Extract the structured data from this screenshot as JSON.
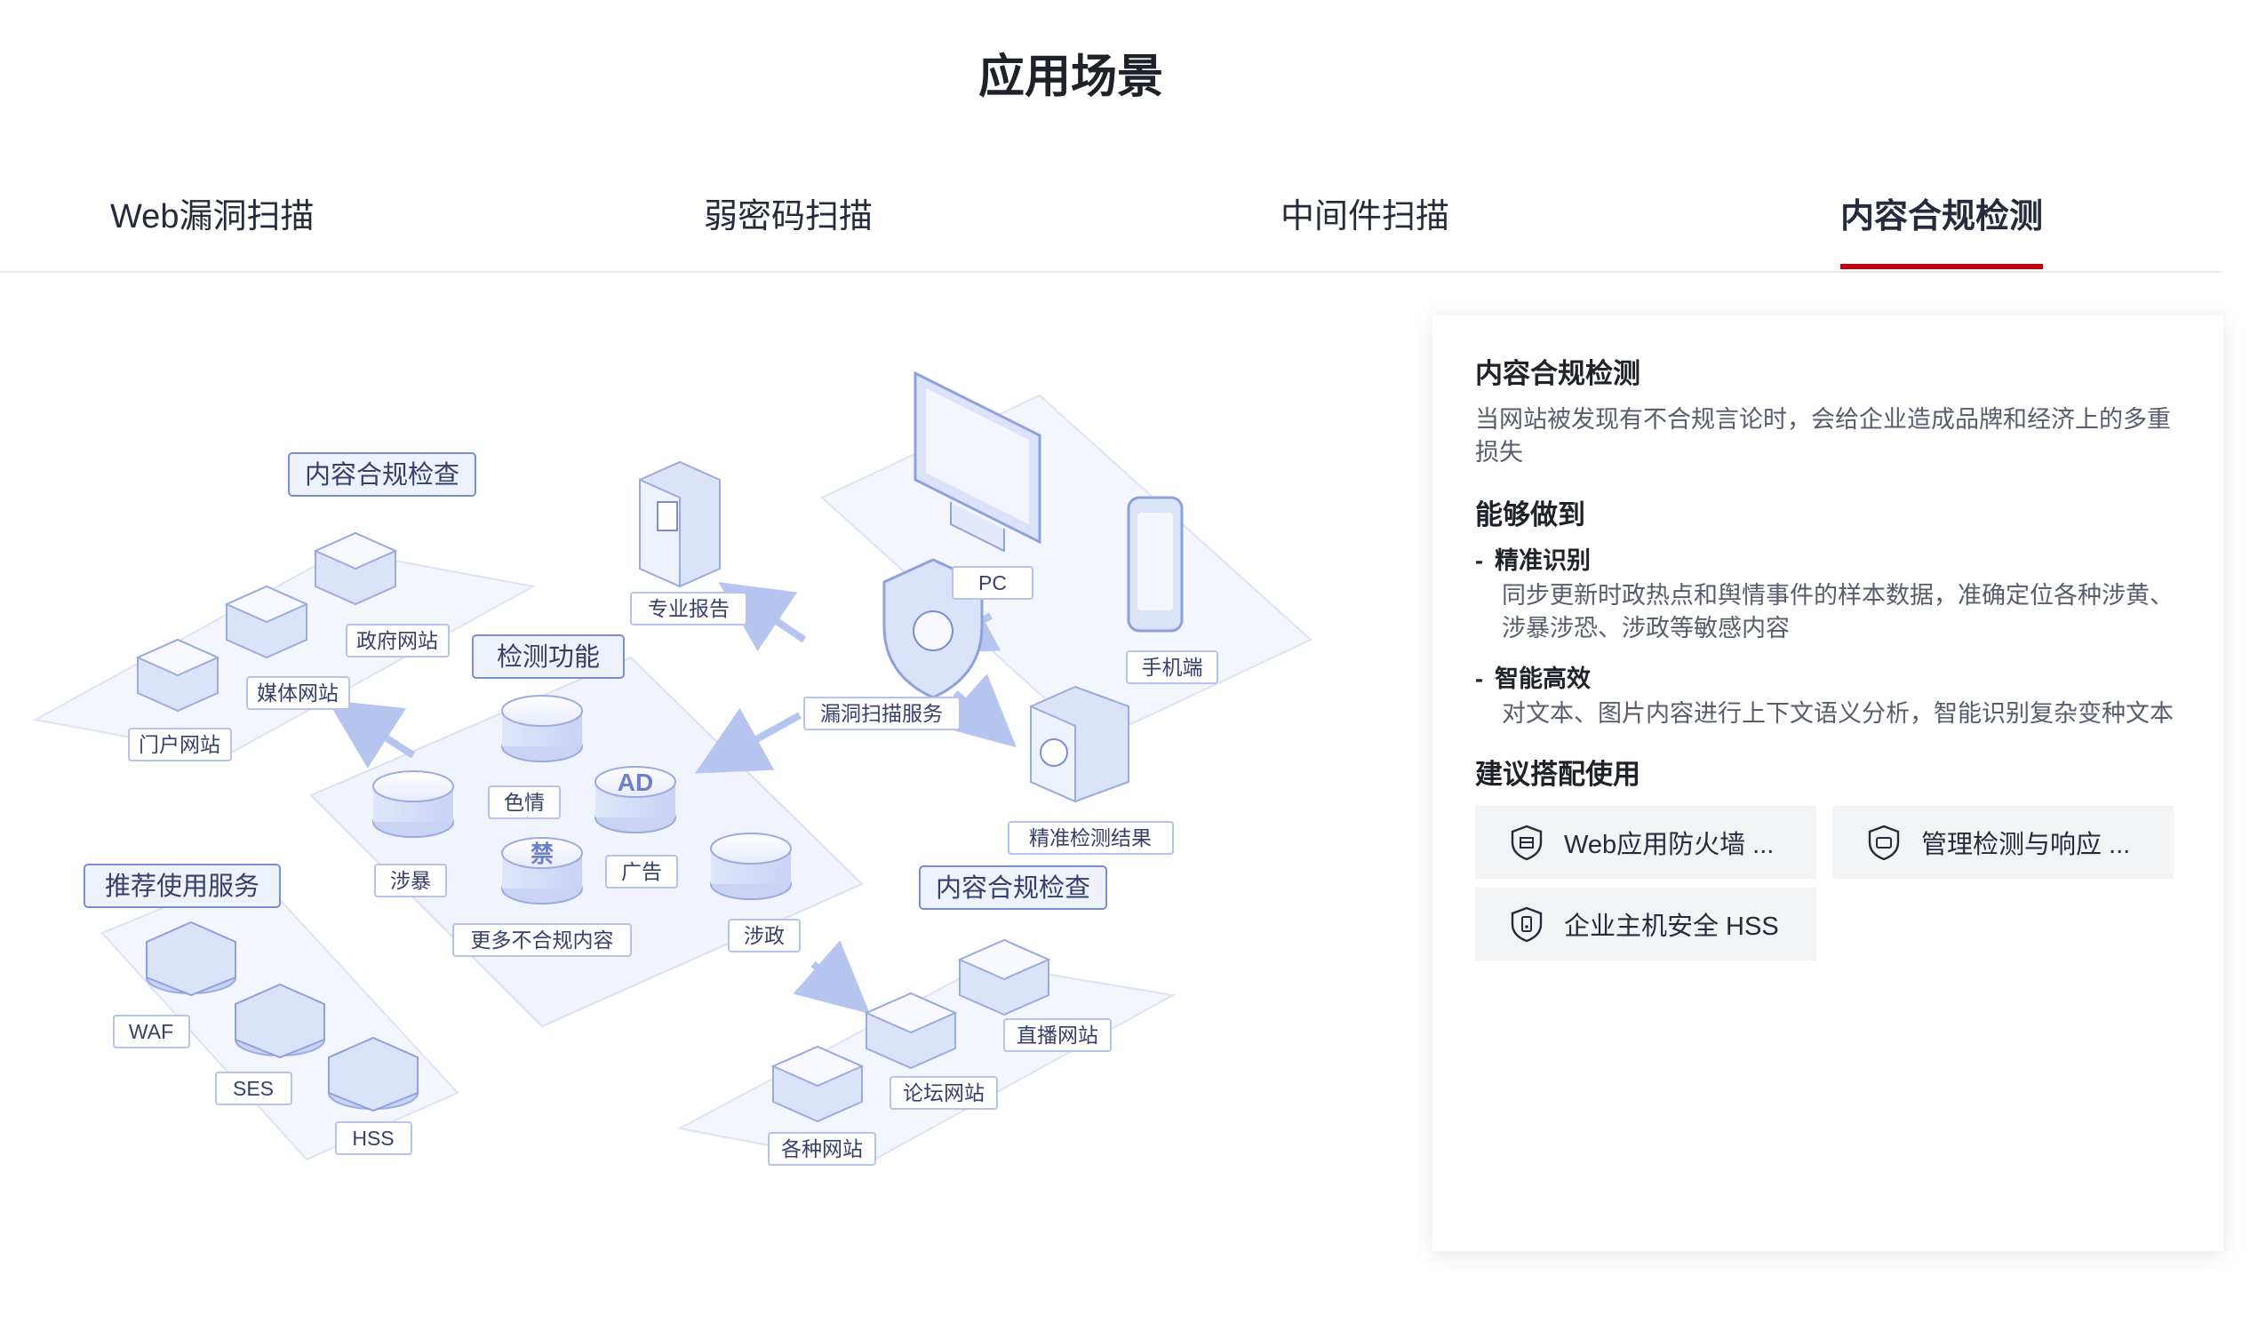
{
  "page_title": "应用场景",
  "tabs": [
    {
      "label": "Web漏洞扫描",
      "active": false
    },
    {
      "label": "弱密码扫描",
      "active": false
    },
    {
      "label": "中间件扫描",
      "active": false
    },
    {
      "label": "内容合规检测",
      "active": true
    }
  ],
  "diagram": {
    "group_left_top": "内容合规检查",
    "government": "政府网站",
    "media": "媒体网站",
    "portal": "门户网站",
    "detect_group": "检测功能",
    "porn": "色情",
    "violence": "涉暴",
    "ad": "广告",
    "more": "更多不合规内容",
    "politics": "涉政",
    "report": "专业报告",
    "scan_service": "漏洞扫描服务",
    "pc": "PC",
    "mobile": "手机端",
    "result": "精准检测结果",
    "recommend_group": "推荐使用服务",
    "waf": "WAF",
    "ses": "SES",
    "hss": "HSS",
    "group_right_bottom": "内容合规检查",
    "live": "直播网站",
    "forum": "论坛网站",
    "various": "各种网站",
    "ad_glyph": "AD",
    "forbid_glyph": "禁"
  },
  "card": {
    "title": "内容合规检测",
    "desc": "当网站被发现有不合规言论时，会给企业造成品牌和经济上的多重损失",
    "capabilities_title": "能够做到",
    "features": [
      {
        "dash": "-",
        "title": "精准识别",
        "desc": "同步更新时政热点和舆情事件的样本数据，准确定位各种涉黄、涉暴涉恐、涉政等敏感内容"
      },
      {
        "dash": "-",
        "title": "智能高效",
        "desc": "对文本、图片内容进行上下文语义分析，智能识别复杂变种文本"
      }
    ],
    "recommend_title": "建议搭配使用",
    "services": [
      {
        "label": "Web应用防火墙 ...",
        "icon": "shield-firewall-icon"
      },
      {
        "label": "管理检测与响应 ...",
        "icon": "shield-detection-icon"
      },
      {
        "label": "企业主机安全 HSS",
        "icon": "shield-host-icon"
      }
    ]
  }
}
